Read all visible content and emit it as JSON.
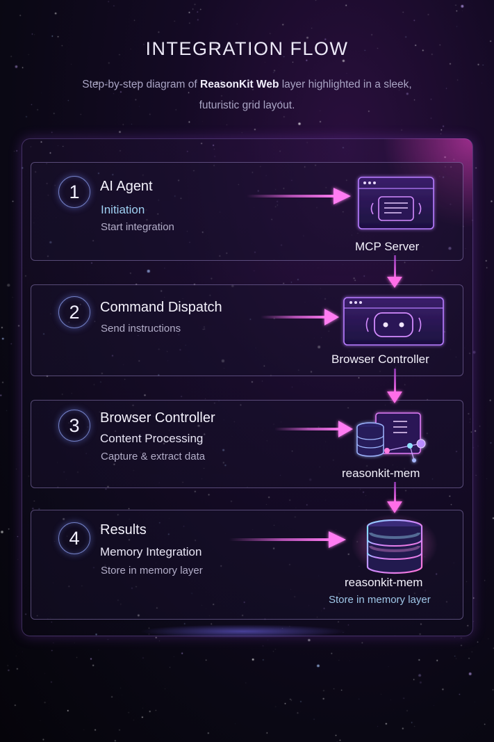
{
  "header": {
    "title": "INTEGRATION FLOW",
    "subtitle_pre": "Step-by-step diagram of ",
    "subtitle_bold": "ReasonKit Web",
    "subtitle_post": " layer highlighted in a sleek, futuristic grid layout."
  },
  "steps": [
    {
      "number": "1",
      "title": "AI Agent",
      "subtitle": "Initiation",
      "description": "Start integration",
      "target_label": "MCP Server",
      "target_icon": "mcp-server-icon"
    },
    {
      "number": "2",
      "title": "Command Dispatch",
      "description": "Send instructions",
      "target_label": "Browser Controller",
      "target_icon": "robot-window-icon"
    },
    {
      "number": "3",
      "title": "Browser Controller",
      "subtitle": "Content Processing",
      "description": "Capture & extract data",
      "target_label": "reasonkit-mem",
      "target_icon": "database-document-icon"
    },
    {
      "number": "4",
      "title": "Results",
      "subtitle": "Memory Integration",
      "description": "Store in memory layer",
      "target_label": "reasonkit-mem",
      "target_sublabel": "Store in memory layer",
      "target_icon": "glowing-database-icon"
    }
  ],
  "colors": {
    "accent": "#e04cf0",
    "arrow": "#f06be8",
    "cyan": "#9fd0f2",
    "ring": "#96aaff"
  }
}
